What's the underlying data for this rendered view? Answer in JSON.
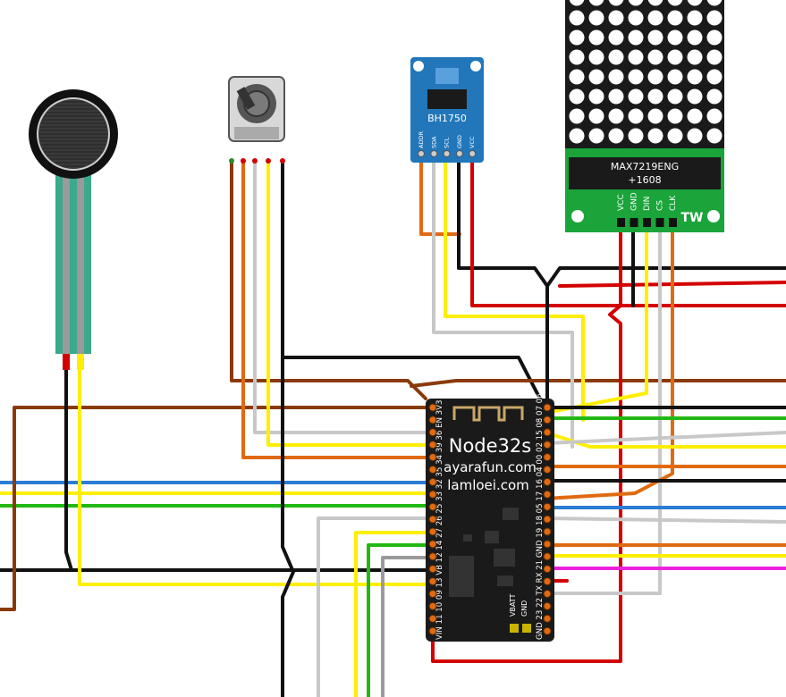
{
  "colors": {
    "black": "#111111",
    "red": "#d40000",
    "yellow": "#ffee00",
    "green": "#22b814",
    "blue": "#2a7dd6",
    "orange": "#e06a12",
    "brown": "#8a3a0a",
    "white_wire": "#c8c8c8",
    "gray": "#9a9a9a",
    "magenta": "#ee22dd",
    "teal": "#3aa98c",
    "board_blue": "#2277bb",
    "matrix_green": "#1aa43a",
    "board_black": "#1a1a1a"
  },
  "fsr": {
    "name": "force-sensor"
  },
  "potentiometer": {
    "name": "rotary-potentiometer"
  },
  "bh1750": {
    "chip_label": "BH1750",
    "pins": [
      "ADDR",
      "SDA",
      "SCL",
      "GND",
      "VCC"
    ]
  },
  "matrix": {
    "chip_line1": "MAX7219ENG",
    "chip_line2": "+1608",
    "brand": "TW",
    "pins": [
      "VCC",
      "GND",
      "DIN",
      "CS",
      "CLK"
    ]
  },
  "node32s": {
    "title": "Node32s",
    "site1": "ayarafun.com",
    "site2": "lamloei.com",
    "left_pins": "VIN 11 10 09 13 VB 12 14 27 26 25 33 32 35 34 39 36 EN 3V3",
    "right_pins": "GND 23 22 TX RX 21 GND 19 18 05 17 16 04 00 02 15 08 07 06",
    "vbatt": "VBATT",
    "gnd": "GND"
  }
}
